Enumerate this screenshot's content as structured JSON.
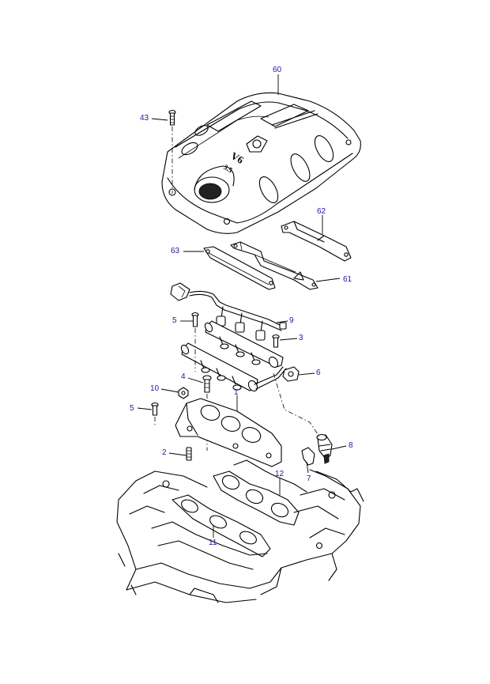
{
  "colors": {
    "callout": "#1a1aa6",
    "line": "#000000",
    "background": "#ffffff"
  },
  "cover_badge": {
    "model": "V6",
    "displacement": "3.5"
  },
  "callouts": [
    {
      "id": "c60",
      "text": "60"
    },
    {
      "id": "c43",
      "text": "43"
    },
    {
      "id": "c62",
      "text": "62"
    },
    {
      "id": "c63",
      "text": "63"
    },
    {
      "id": "c61",
      "text": "61"
    },
    {
      "id": "c9",
      "text": "9"
    },
    {
      "id": "c5a",
      "text": "5"
    },
    {
      "id": "c3",
      "text": "3"
    },
    {
      "id": "c6",
      "text": "6"
    },
    {
      "id": "c4",
      "text": "4"
    },
    {
      "id": "c10",
      "text": "10"
    },
    {
      "id": "c1",
      "text": "1"
    },
    {
      "id": "c5b",
      "text": "5"
    },
    {
      "id": "c8",
      "text": "8"
    },
    {
      "id": "c2",
      "text": "2"
    },
    {
      "id": "c7",
      "text": "7"
    },
    {
      "id": "c12",
      "text": "12"
    },
    {
      "id": "c11",
      "text": "11"
    }
  ]
}
